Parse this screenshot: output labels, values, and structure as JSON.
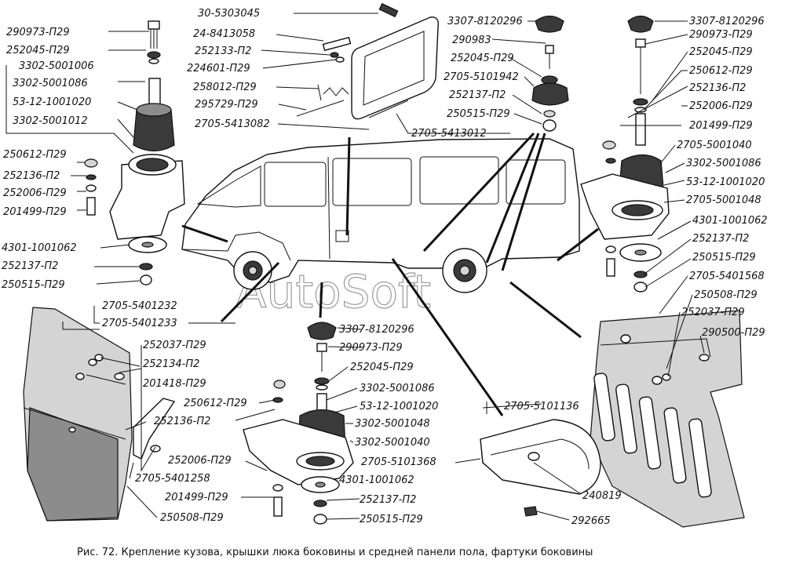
{
  "watermark": "AutoSoft",
  "caption": "Рис. 72. Крепление кузова, крышки люка боковины и средней панели пола, фартуки боковины",
  "callouts": {
    "left_mount": [
      "290973-П29",
      "252045-П29",
      "3302-5001006",
      "3302-5001086",
      "53-12-1001020",
      "3302-5001012",
      "250612-П29",
      "252136-П2",
      "252006-П29",
      "201499-П29",
      "4301-1001062",
      "252137-П2",
      "250515-П29"
    ],
    "hatch": [
      "30-5303045",
      "24-8413058",
      "252133-П2",
      "224601-П29",
      "258012-П29",
      "295729-П29",
      "2705-5413082",
      "2705-5413012"
    ],
    "center_top": [
      "3307-8120296",
      "290983",
      "252045-П29",
      "2705-5101942",
      "252137-П2",
      "250515-П29"
    ],
    "right_mount": [
      "3307-8120296",
      "290973-П29",
      "252045-П29",
      "250612-П29",
      "252136-П2",
      "252006-П29",
      "201499-П29",
      "2705-5001040",
      "3302-5001086",
      "53-12-1001020",
      "2705-5001048",
      "4301-1001062",
      "252137-П2",
      "250515-П29"
    ],
    "right_apron": [
      "2705-5401568",
      "250508-П29",
      "252037-П29",
      "290500-П29"
    ],
    "left_apron": [
      "2705-5401232",
      "2705-5401233",
      "252037-П29",
      "252134-П2",
      "201418-П29",
      "250612-П29",
      "252136-П2",
      "252006-П29",
      "2705-5401258",
      "201499-П29",
      "250508-П29"
    ],
    "bottom_mount": [
      "3307-8120296",
      "290973-П29",
      "252045-П29",
      "3302-5001086",
      "53-12-1001020",
      "3302-5001048",
      "3302-5001040",
      "4301-1001062",
      "252137-П2",
      "250515-П29"
    ],
    "floor_panel": [
      "2705-5101136",
      "2705-5101368",
      "240819",
      "292665"
    ]
  }
}
